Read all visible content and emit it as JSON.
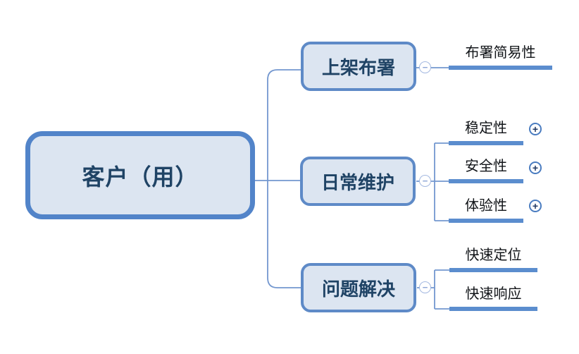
{
  "root": {
    "label": "客户（用）"
  },
  "branches": [
    {
      "label": "上架布署",
      "collapse_icon": "−",
      "children": [
        {
          "label": "布署简易性"
        }
      ]
    },
    {
      "label": "日常维护",
      "collapse_icon": "−",
      "children": [
        {
          "label": "稳定性",
          "expand_icon": "+"
        },
        {
          "label": "安全性",
          "expand_icon": "+"
        },
        {
          "label": "体验性",
          "expand_icon": "+"
        }
      ]
    },
    {
      "label": "问题解决",
      "collapse_icon": "−",
      "children": [
        {
          "label": "快速定位"
        },
        {
          "label": "快速响应"
        }
      ]
    }
  ],
  "colors": {
    "node-fill": "#dce5f1",
    "root-border": "#5284c9",
    "branch-border": "#5e8ac7",
    "line": "#7397cf",
    "bar": "#5b8dce",
    "node-text": "#1f4365",
    "leaf-text": "#111418",
    "collapse-border": "#a3b8e0",
    "collapse-glyph": "#8da5d6",
    "expand-border": "#4a7cc0",
    "expand-glyph": "#1f3864",
    "background": "#ffffff"
  }
}
